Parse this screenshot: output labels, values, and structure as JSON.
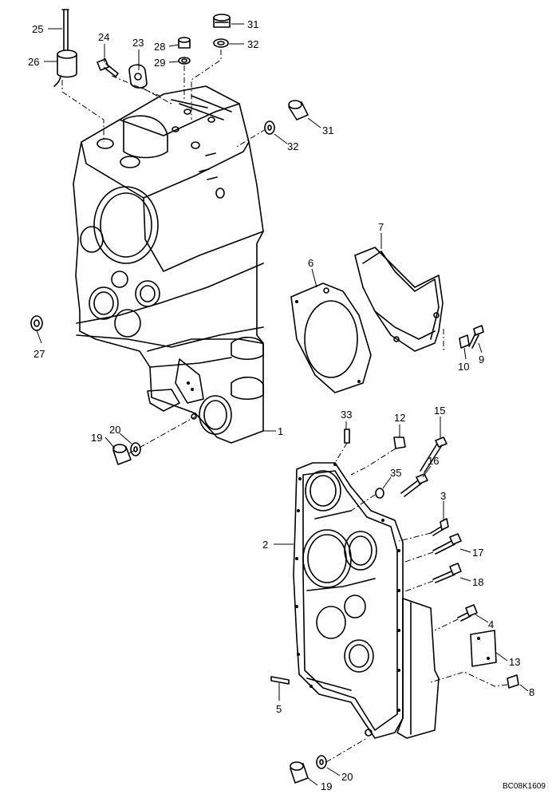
{
  "diagram_code": "BC08K1609",
  "callouts": [
    {
      "id": "c25",
      "label": "25"
    },
    {
      "id": "c24",
      "label": "24"
    },
    {
      "id": "c23",
      "label": "23"
    },
    {
      "id": "c28",
      "label": "28"
    },
    {
      "id": "c29",
      "label": "29"
    },
    {
      "id": "c31a",
      "label": "31"
    },
    {
      "id": "c32a",
      "label": "32"
    },
    {
      "id": "c26",
      "label": "26"
    },
    {
      "id": "c31b",
      "label": "31"
    },
    {
      "id": "c32b",
      "label": "32"
    },
    {
      "id": "c7",
      "label": "7"
    },
    {
      "id": "c6",
      "label": "6"
    },
    {
      "id": "c27",
      "label": "27"
    },
    {
      "id": "c9",
      "label": "9"
    },
    {
      "id": "c10",
      "label": "10"
    },
    {
      "id": "c1",
      "label": "1"
    },
    {
      "id": "c33",
      "label": "33"
    },
    {
      "id": "c12",
      "label": "12"
    },
    {
      "id": "c15",
      "label": "15"
    },
    {
      "id": "c20a",
      "label": "20"
    },
    {
      "id": "c19a",
      "label": "19"
    },
    {
      "id": "c16",
      "label": "16"
    },
    {
      "id": "c35",
      "label": "35"
    },
    {
      "id": "c3",
      "label": "3"
    },
    {
      "id": "c2",
      "label": "2"
    },
    {
      "id": "c17",
      "label": "17"
    },
    {
      "id": "c18",
      "label": "18"
    },
    {
      "id": "c4",
      "label": "4"
    },
    {
      "id": "c13",
      "label": "13"
    },
    {
      "id": "c8",
      "label": "8"
    },
    {
      "id": "c5",
      "label": "5"
    },
    {
      "id": "c20b",
      "label": "20"
    },
    {
      "id": "c19b",
      "label": "19"
    }
  ]
}
